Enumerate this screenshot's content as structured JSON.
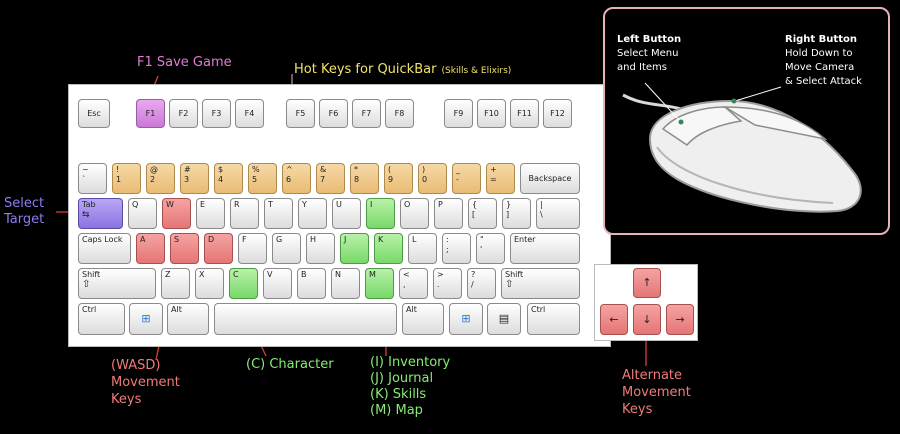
{
  "labels": {
    "save_game": "F1 Save Game",
    "hotkeys_main": "Hot Keys for QuickBar",
    "hotkeys_sub": "(Skills & Elixirs)",
    "select_target_1": "Select",
    "select_target_2": "Target",
    "wasd_1": "(WASD)",
    "wasd_2": "Movement",
    "wasd_3": "Keys",
    "character": "(C) Character",
    "inventory": "(I) Inventory",
    "journal": "(J) Journal",
    "skills": "(K) Skills",
    "map": "(M) Map",
    "alt_move_1": "Alternate",
    "alt_move_2": "Movement",
    "alt_move_3": "Keys"
  },
  "mouse": {
    "left_title": "Left Button",
    "left_line1": "Select Menu",
    "left_line2": "and Items",
    "right_title": "Right Button",
    "right_line1": "Hold Down to",
    "right_line2": "Move Camera",
    "right_line3": "& Select Attack"
  },
  "keys": {
    "esc": "Esc",
    "f1": "F1",
    "f2": "F2",
    "f3": "F3",
    "f4": "F4",
    "f5": "F5",
    "f6": "F6",
    "f7": "F7",
    "f8": "F8",
    "f9": "F9",
    "f10": "F10",
    "f11": "F11",
    "f12": "F12",
    "tilde_t": "~",
    "tilde_b": "`",
    "n1_t": "!",
    "n1_b": "1",
    "n2_t": "@",
    "n2_b": "2",
    "n3_t": "#",
    "n3_b": "3",
    "n4_t": "$",
    "n4_b": "4",
    "n5_t": "%",
    "n5_b": "5",
    "n6_t": "^",
    "n6_b": "6",
    "n7_t": "&",
    "n7_b": "7",
    "n8_t": "*",
    "n8_b": "8",
    "n9_t": "(",
    "n9_b": "9",
    "n0_t": ")",
    "n0_b": "0",
    "minus_t": "_",
    "minus_b": "-",
    "plus_t": "+",
    "plus_b": "=",
    "backspace": "Backspace",
    "tab": "Tab",
    "q": "Q",
    "w": "W",
    "e": "E",
    "r": "R",
    "t": "T",
    "y": "Y",
    "u": "U",
    "i": "I",
    "o": "O",
    "p": "P",
    "lbrace_t": "{",
    "lbrace_b": "[",
    "rbrace_t": "}",
    "rbrace_b": "]",
    "pipe_t": "|",
    "pipe_b": "\\",
    "caps": "Caps Lock",
    "a": "A",
    "s": "S",
    "d": "D",
    "f": "F",
    "g": "G",
    "h": "H",
    "j": "J",
    "k": "K",
    "l": "L",
    "colon_t": ":",
    "colon_b": ";",
    "quote_t": "\"",
    "quote_b": "'",
    "enter": "Enter",
    "shift": "Shift",
    "z": "Z",
    "x": "X",
    "c": "C",
    "v": "V",
    "b": "B",
    "n": "N",
    "m": "M",
    "lt_t": "<",
    "lt_b": ",",
    "gt_t": ">",
    "gt_b": ".",
    "q_t": "?",
    "q_b": "/",
    "ctrl": "Ctrl",
    "alt": "Alt",
    "arrow_up": "↑",
    "arrow_down": "↓",
    "arrow_left": "←",
    "arrow_right": "→"
  },
  "colors": {
    "save_label": "#e07bd8",
    "hotkey_label": "#f1e36b",
    "select_label": "#8f7cf0",
    "movement_label": "#f07b7b",
    "character_label": "#86ec73",
    "arrow_line": "#e23a3a",
    "panel_border": "#e7b3b8"
  }
}
